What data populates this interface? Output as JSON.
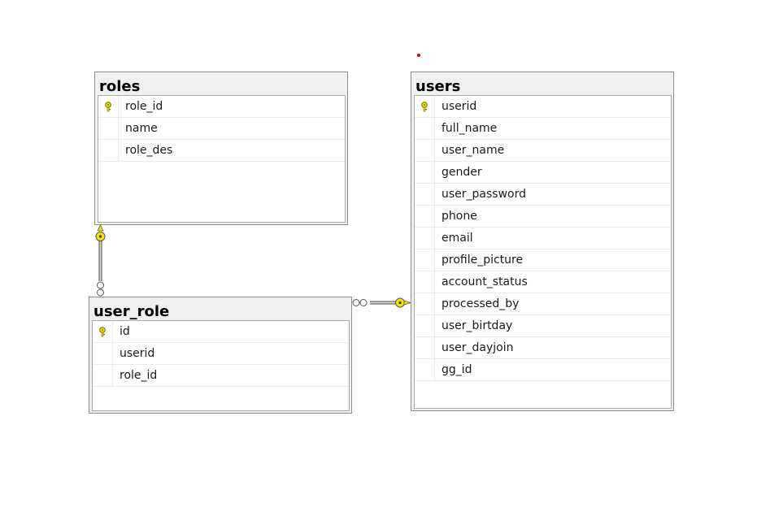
{
  "tables": {
    "roles": {
      "name": "roles",
      "columns": [
        {
          "name": "role_id",
          "primary_key": true
        },
        {
          "name": "name",
          "primary_key": false
        },
        {
          "name": "role_des",
          "primary_key": false
        }
      ]
    },
    "user_role": {
      "name": "user_role",
      "columns": [
        {
          "name": "id",
          "primary_key": true
        },
        {
          "name": "userid",
          "primary_key": false
        },
        {
          "name": "role_id",
          "primary_key": false
        }
      ]
    },
    "users": {
      "name": "users",
      "columns": [
        {
          "name": "userid",
          "primary_key": true
        },
        {
          "name": "full_name",
          "primary_key": false
        },
        {
          "name": "user_name",
          "primary_key": false
        },
        {
          "name": "gender",
          "primary_key": false
        },
        {
          "name": "user_password",
          "primary_key": false
        },
        {
          "name": "phone",
          "primary_key": false
        },
        {
          "name": "email",
          "primary_key": false
        },
        {
          "name": "profile_picture",
          "primary_key": false
        },
        {
          "name": "account_status",
          "primary_key": false
        },
        {
          "name": "processed_by",
          "primary_key": false
        },
        {
          "name": "user_birtday",
          "primary_key": false
        },
        {
          "name": "user_dayjoin",
          "primary_key": false
        },
        {
          "name": "gg_id",
          "primary_key": false
        }
      ]
    }
  },
  "relationships": [
    {
      "from": "roles",
      "to": "user_role",
      "from_end": "one-key",
      "to_end": "many-infinity"
    },
    {
      "from": "users",
      "to": "user_role",
      "from_end": "one-key",
      "to_end": "many-infinity"
    }
  ],
  "colors": {
    "key_yellow": "#f5e300",
    "connector": "#555555",
    "marker_red": "#e00000"
  }
}
